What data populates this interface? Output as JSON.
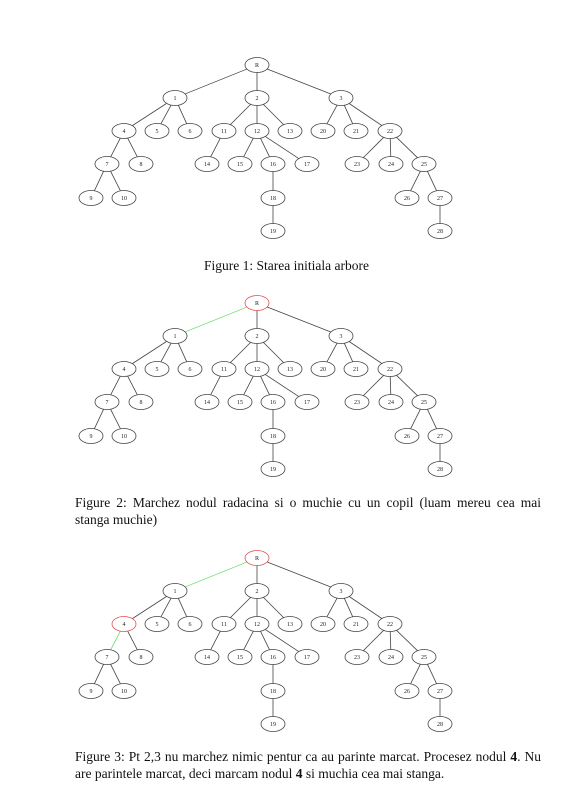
{
  "tree": {
    "nodes": [
      {
        "id": "R",
        "parent": null
      },
      {
        "id": "1",
        "parent": "R"
      },
      {
        "id": "2",
        "parent": "R"
      },
      {
        "id": "3",
        "parent": "R"
      },
      {
        "id": "4",
        "parent": "1"
      },
      {
        "id": "5",
        "parent": "1"
      },
      {
        "id": "6",
        "parent": "1"
      },
      {
        "id": "11",
        "parent": "2"
      },
      {
        "id": "12",
        "parent": "2"
      },
      {
        "id": "13",
        "parent": "2"
      },
      {
        "id": "20",
        "parent": "3"
      },
      {
        "id": "21",
        "parent": "3"
      },
      {
        "id": "22",
        "parent": "3"
      },
      {
        "id": "7",
        "parent": "4"
      },
      {
        "id": "8",
        "parent": "4"
      },
      {
        "id": "14",
        "parent": "11"
      },
      {
        "id": "15",
        "parent": "12"
      },
      {
        "id": "16",
        "parent": "12"
      },
      {
        "id": "17",
        "parent": "12"
      },
      {
        "id": "23",
        "parent": "22"
      },
      {
        "id": "24",
        "parent": "22"
      },
      {
        "id": "25",
        "parent": "22"
      },
      {
        "id": "9",
        "parent": "7"
      },
      {
        "id": "10",
        "parent": "7"
      },
      {
        "id": "18",
        "parent": "16"
      },
      {
        "id": "26",
        "parent": "25"
      },
      {
        "id": "27",
        "parent": "25"
      },
      {
        "id": "19",
        "parent": "18"
      },
      {
        "id": "28",
        "parent": "27"
      }
    ],
    "colors": {
      "default": "#444444",
      "marked_node": "#e05050",
      "marked_edge": "#66dd66"
    }
  },
  "figures": [
    {
      "caption_label": "Figure 1:",
      "caption_text": "Starea initiala arbore",
      "marked_nodes": [],
      "marked_edges": []
    },
    {
      "caption_label": "Figure 2:",
      "caption_text": "Marchez nodul radacina si o muchie cu un copil (luam mereu cea mai stanga muchie)",
      "marked_nodes": [
        "R"
      ],
      "marked_edges": [
        [
          "R",
          "1"
        ]
      ]
    },
    {
      "caption_label": "Figure 3:",
      "caption_parts": [
        "Pt 2,3 nu marchez nimic pentur ca au parinte marcat. Procesez nodul ",
        "4",
        ". Nu are parintele marcat, deci marcam nodul ",
        "4",
        " si muchia cea mai stanga."
      ],
      "marked_nodes": [
        "R",
        "4"
      ],
      "marked_edges": [
        [
          "R",
          "1"
        ],
        [
          "4",
          "7"
        ]
      ]
    }
  ]
}
